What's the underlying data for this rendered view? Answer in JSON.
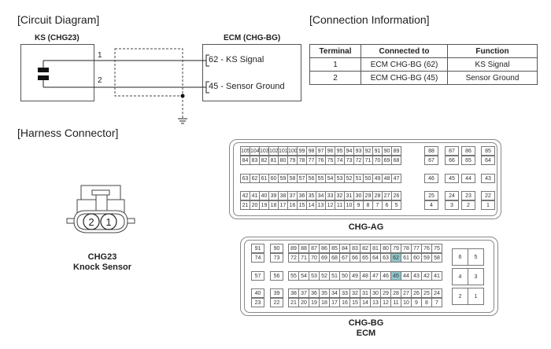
{
  "sections": {
    "circuit": "[Circuit Diagram]",
    "connection": "[Connection Information]",
    "harness": "[Harness Connector]"
  },
  "circuit": {
    "ks_title": "KS (CHG23)",
    "ecm_title": "ECM (CHG-BG)",
    "wire1_num": "1",
    "wire2_num": "2",
    "ecm_pin1": "62 - KS Signal",
    "ecm_pin2": "45 - Sensor Ground"
  },
  "connection_table": {
    "headers": [
      "Terminal",
      "Connected to",
      "Function"
    ],
    "rows": [
      [
        "1",
        "ECM CHG-BG (62)",
        "KS Signal"
      ],
      [
        "2",
        "ECM CHG-BG (45)",
        "Sensor Ground"
      ]
    ]
  },
  "knock_sensor": {
    "pins": [
      "2",
      "1"
    ],
    "label1": "CHG23",
    "label2": "Knock Sensor"
  },
  "chg_ag": {
    "label": "CHG-AG",
    "main_rows": [
      [
        "105",
        "104",
        "103",
        "102",
        "101",
        "100",
        "99",
        "98",
        "97",
        "96",
        "95",
        "94",
        "93",
        "92",
        "91",
        "90",
        "89"
      ],
      [
        "84",
        "83",
        "82",
        "81",
        "80",
        "79",
        "78",
        "77",
        "76",
        "75",
        "74",
        "73",
        "72",
        "71",
        "70",
        "69",
        "68"
      ],
      [
        "63",
        "62",
        "61",
        "60",
        "59",
        "58",
        "57",
        "56",
        "55",
        "54",
        "53",
        "52",
        "51",
        "50",
        "49",
        "48",
        "47"
      ],
      [
        "42",
        "41",
        "40",
        "39",
        "38",
        "37",
        "36",
        "35",
        "34",
        "33",
        "32",
        "31",
        "30",
        "29",
        "28",
        "27",
        "26"
      ],
      [
        "21",
        "20",
        "19",
        "18",
        "17",
        "16",
        "15",
        "14",
        "13",
        "12",
        "11",
        "10",
        "9",
        "8",
        "7",
        "6",
        "5"
      ]
    ],
    "side_cols": [
      [
        "88",
        "67",
        "46",
        "25",
        "4"
      ],
      [
        "87",
        "66",
        "45",
        "24",
        "3"
      ],
      [
        "86",
        "65",
        "44",
        "23",
        "2"
      ],
      [
        "85",
        "64",
        "43",
        "22",
        "1"
      ]
    ]
  },
  "chg_bg": {
    "label1": "CHG-BG",
    "label2": "ECM",
    "highlight": [
      "62",
      "45"
    ],
    "left_col1": [
      "91",
      "74",
      "57",
      "40",
      "23"
    ],
    "left_col2": [
      "90",
      "73",
      "56",
      "39",
      "22"
    ],
    "main_rows": [
      [
        "89",
        "88",
        "87",
        "86",
        "85",
        "84",
        "83",
        "82",
        "81",
        "80",
        "79",
        "78",
        "77",
        "76",
        "75"
      ],
      [
        "72",
        "71",
        "70",
        "69",
        "68",
        "67",
        "66",
        "65",
        "64",
        "63",
        "62",
        "61",
        "60",
        "59",
        "58"
      ],
      [
        "55",
        "54",
        "53",
        "52",
        "51",
        "50",
        "49",
        "48",
        "47",
        "46",
        "45",
        "44",
        "43",
        "42",
        "41"
      ],
      [
        "38",
        "37",
        "36",
        "35",
        "34",
        "33",
        "32",
        "31",
        "30",
        "29",
        "28",
        "27",
        "26",
        "25",
        "24"
      ],
      [
        "21",
        "20",
        "19",
        "18",
        "17",
        "16",
        "15",
        "14",
        "13",
        "12",
        "11",
        "10",
        "9",
        "8",
        "7"
      ]
    ],
    "right_pairs": [
      [
        "6",
        "5"
      ],
      [
        "4",
        "3"
      ],
      [
        "2",
        "1"
      ]
    ]
  }
}
